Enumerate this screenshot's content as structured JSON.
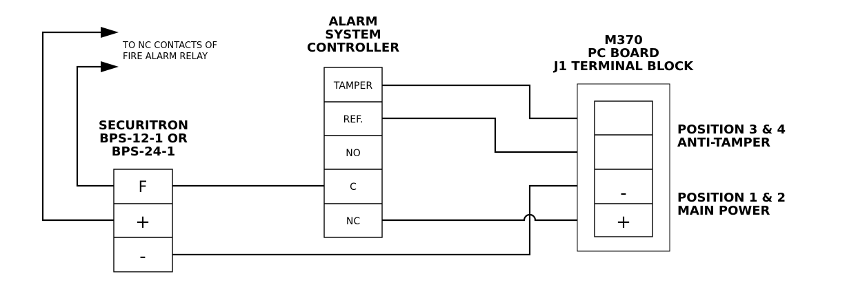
{
  "note_fire_relay": [
    "TO NC CONTACTS OF",
    "FIRE ALARM RELAY"
  ],
  "alarm_controller": {
    "title": [
      "ALARM",
      "SYSTEM",
      "CONTROLLER"
    ],
    "terminals": [
      "TAMPER",
      "REF.",
      "NO",
      "C",
      "NC"
    ]
  },
  "pc_board": {
    "title": [
      "M370",
      "PC BOARD",
      "J1 TERMINAL BLOCK"
    ],
    "terminals": [
      "",
      "",
      "-",
      "+"
    ]
  },
  "power_supply": {
    "title": [
      "SECURITRON",
      "BPS-12-1 OR",
      "BPS-24-1"
    ],
    "terminals": [
      "F",
      "+",
      "-"
    ]
  },
  "position_labels": {
    "anti_tamper": [
      "POSITION 3 & 4",
      "ANTI-TAMPER"
    ],
    "main_power": [
      "POSITION 1 & 2",
      "MAIN POWER"
    ]
  }
}
